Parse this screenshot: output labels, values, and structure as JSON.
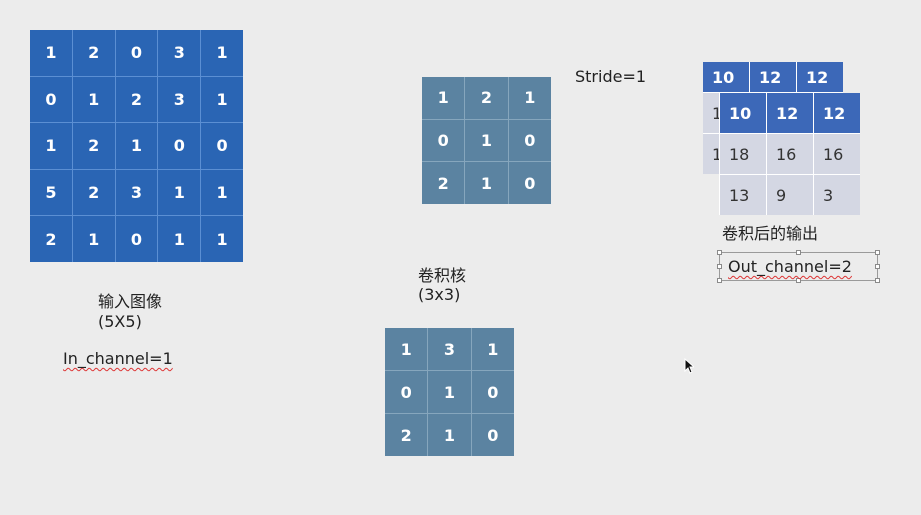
{
  "input_image": {
    "grid": [
      [
        1,
        2,
        0,
        3,
        1
      ],
      [
        0,
        1,
        2,
        3,
        1
      ],
      [
        1,
        2,
        1,
        0,
        0
      ],
      [
        5,
        2,
        3,
        1,
        1
      ],
      [
        2,
        1,
        0,
        1,
        1
      ]
    ],
    "label": "输入图像",
    "size": "(5X5)",
    "channel": "In_channel=1"
  },
  "kernels": {
    "kernel_1": [
      [
        1,
        2,
        1
      ],
      [
        0,
        1,
        0
      ],
      [
        2,
        1,
        0
      ]
    ],
    "kernel_2": [
      [
        1,
        3,
        1
      ],
      [
        0,
        1,
        0
      ],
      [
        2,
        1,
        0
      ]
    ],
    "label": "卷积核",
    "size": "(3x3)"
  },
  "stride": "Stride=1",
  "output": {
    "back": {
      "header": [
        "10",
        "12",
        "12"
      ],
      "rows": [
        [
          "1",
          "",
          " "
        ],
        [
          "1",
          "",
          " "
        ]
      ]
    },
    "front": {
      "header": [
        "10",
        "12",
        "12"
      ],
      "rows": [
        [
          "18",
          "16",
          "16"
        ],
        [
          "13",
          "9",
          "3"
        ]
      ]
    },
    "label": "卷积后的输出",
    "channel": "Out_channel=2"
  },
  "colors": {
    "input_cell": "#2a65b4",
    "kernel_cell": "#5b83a1",
    "output_header": "#3c68b8",
    "output_row": "#d4d7e3",
    "background": "#ececec"
  }
}
